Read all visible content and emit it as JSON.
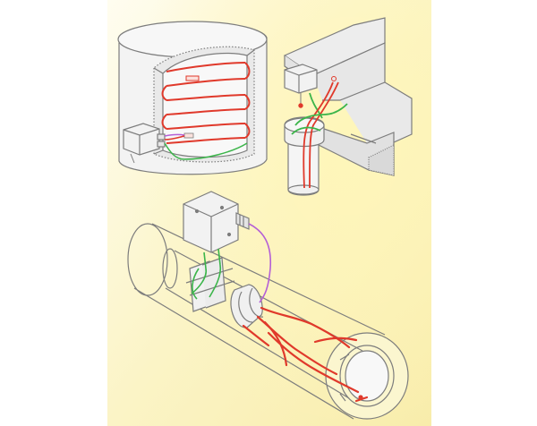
{
  "diagram": {
    "scenes": [
      "tank-heating",
      "valve-pipe-heating",
      "pipe-heating"
    ],
    "colors": {
      "background_top": "#ffffff",
      "background_panel": "#fbf6cf",
      "panel_glow": "#fdf3a8",
      "outline": "#7d7d7d",
      "heating_cable": "#e0392b",
      "green_lead": "#3bb54a",
      "purple_lead": "#b45fd6",
      "box_fill": "#f2f2f2",
      "insulation_fill": "#ececec"
    },
    "icons": [
      "junction-box-icon",
      "cable-gland-icon",
      "heating-cable-icon"
    ]
  }
}
